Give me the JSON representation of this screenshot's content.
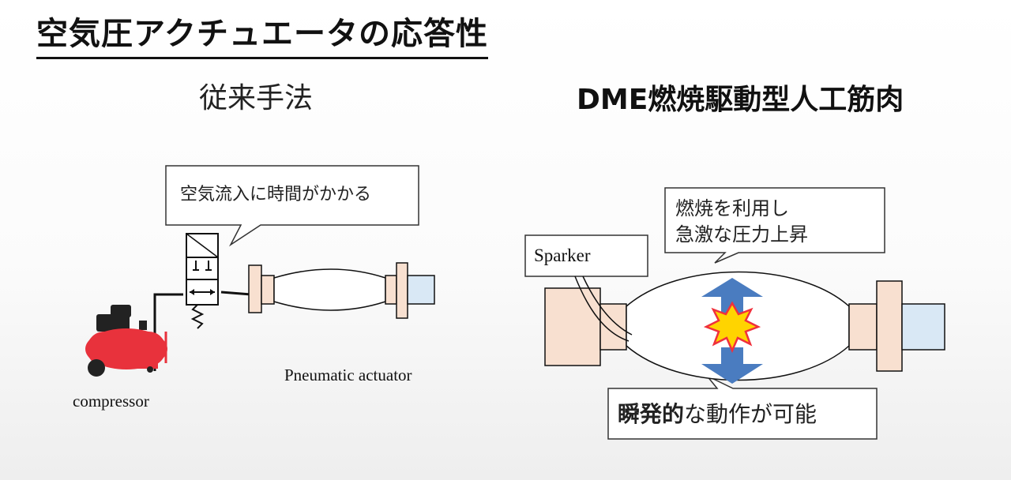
{
  "title": "空気圧アクチュエータの応答性",
  "left": {
    "heading": "従来手法",
    "callout": "空気流入に時間がかかる",
    "compressor_label": "compressor",
    "actuator_label": "Pneumatic actuator"
  },
  "right": {
    "heading": "DME燃焼駆動型人工筋肉",
    "callout_line1": "燃焼を利用し",
    "callout_line2": "急激な圧力上昇",
    "sparker_label": "Sparker",
    "bottom_callout_emph": "瞬発的",
    "bottom_callout_rest": "な動作が可能"
  },
  "colors": {
    "compressor_red": "#e8323c",
    "flange_fill": "#f8e0d0",
    "end_fill": "#d9e8f5",
    "arrow_blue": "#4a7cc0",
    "spark_yellow": "#ffd400",
    "spark_red": "#f0303c"
  }
}
